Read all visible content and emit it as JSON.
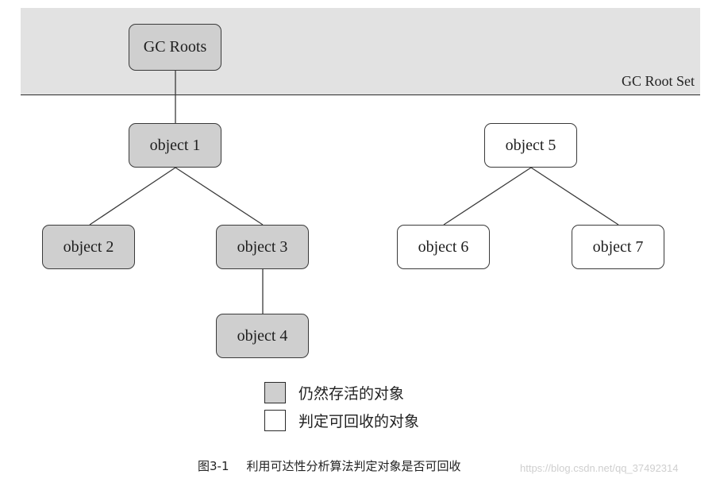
{
  "root_set_label": "GC Root Set",
  "nodes": {
    "gc_roots": "GC Roots",
    "object1": "object 1",
    "object2": "object 2",
    "object3": "object 3",
    "object4": "object 4",
    "object5": "object 5",
    "object6": "object 6",
    "object7": "object 7"
  },
  "legend": {
    "alive": "仍然存活的对象",
    "collectable": "判定可回收的对象"
  },
  "caption": {
    "number": "图3-1",
    "text": "利用可达性分析算法判定对象是否可回收"
  },
  "watermark": "https://blog.csdn.net/qq_37492314",
  "colors": {
    "alive_fill": "#cfcfcf",
    "collectable_fill": "#ffffff",
    "root_band": "#e2e2e2"
  }
}
